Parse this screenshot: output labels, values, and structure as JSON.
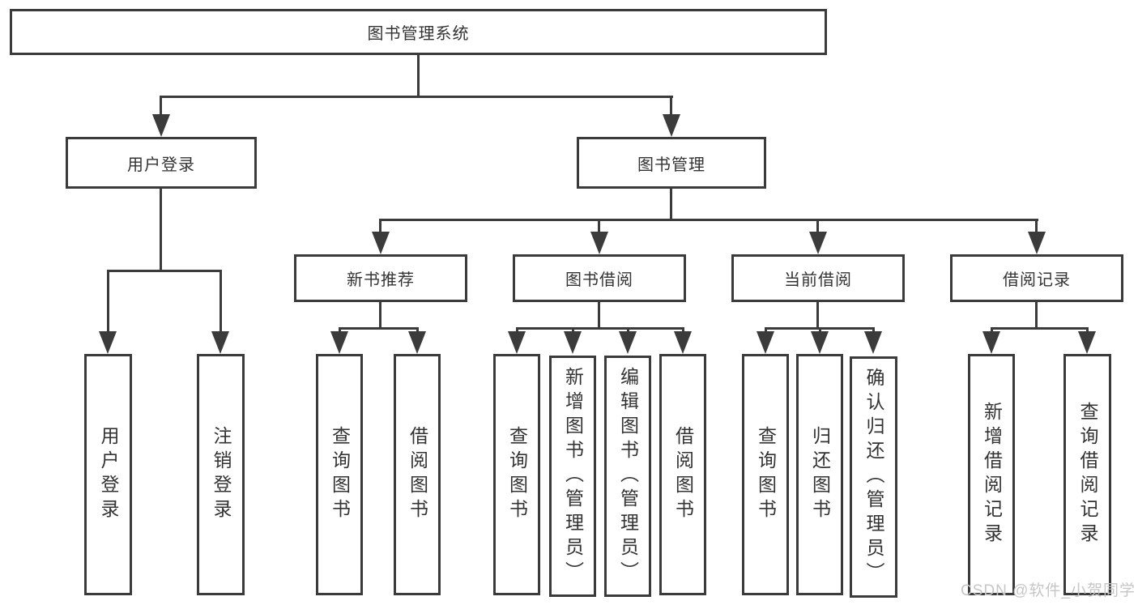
{
  "diagram": {
    "root": {
      "label": "图书管理系统"
    },
    "branches": [
      {
        "label": "用户登录",
        "children": [
          {
            "label": "用户登录"
          },
          {
            "label": "注销登录"
          }
        ]
      },
      {
        "label": "图书管理",
        "children": [
          {
            "label": "新书推荐",
            "children": [
              {
                "label": "查询图书"
              },
              {
                "label": "借阅图书"
              }
            ]
          },
          {
            "label": "图书借阅",
            "children": [
              {
                "label": "查询图书"
              },
              {
                "label": "新增图书（管理员）"
              },
              {
                "label": "编辑图书（管理员）"
              },
              {
                "label": "借阅图书"
              }
            ]
          },
          {
            "label": "当前借阅",
            "children": [
              {
                "label": "查询图书"
              },
              {
                "label": "归还图书"
              },
              {
                "label": "确认归还（管理员）"
              }
            ]
          },
          {
            "label": "借阅记录",
            "children": [
              {
                "label": "新增借阅记录"
              },
              {
                "label": "查询借阅记录"
              }
            ]
          }
        ]
      }
    ]
  },
  "watermark": {
    "text": "CSDN @软件_小贺同学"
  },
  "colors": {
    "line": "#3b3b3b",
    "text": "#333333",
    "watermark": "#c6c6c6",
    "background": "#ffffff"
  }
}
